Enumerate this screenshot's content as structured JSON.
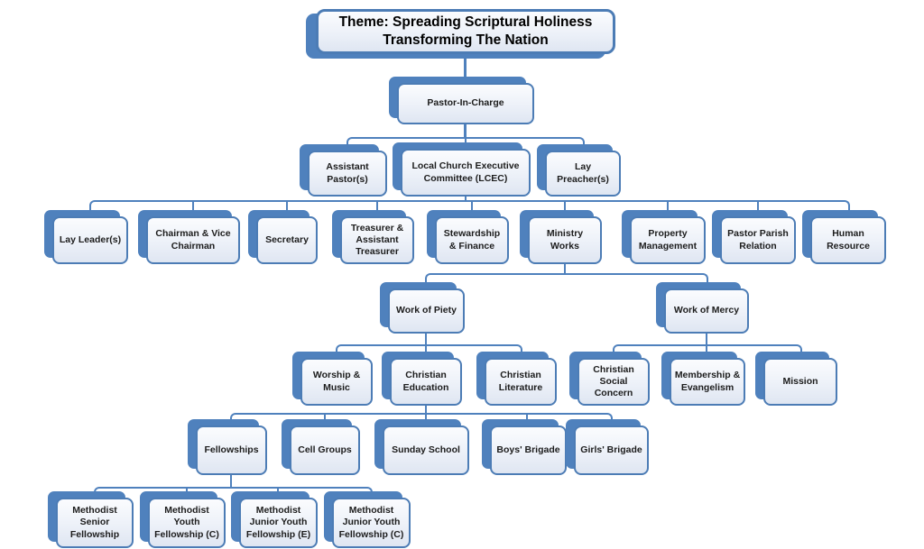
{
  "title": "Theme: Spreading Scriptural Holiness Transforming The Nation",
  "colors": {
    "accent_blue": "#4f81bd",
    "border_blue": "#4c7cb5",
    "box_fill_top": "#fbfcfe",
    "box_fill_bottom": "#dfe6f2",
    "text": "#1c1c1c"
  },
  "nodes": {
    "theme": {
      "label": "Theme: Spreading Scriptural Holiness Transforming The Nation"
    },
    "pastor_in_charge": {
      "label": "Pastor-In-Charge"
    },
    "assistant_pastors": {
      "label": "Assistant Pastor(s)"
    },
    "lcec": {
      "label": "Local Church Executive Committee (LCEC)"
    },
    "lay_preachers": {
      "label": "Lay Preacher(s)"
    },
    "lay_leaders": {
      "label": "Lay Leader(s)"
    },
    "chairman_vice_chairman": {
      "label": "Chairman & Vice Chairman"
    },
    "secretary": {
      "label": "Secretary"
    },
    "treasurer_assistant_treasurer": {
      "label": "Treasurer & Assistant Treasurer"
    },
    "stewardship_finance": {
      "label": "Stewardship & Finance"
    },
    "ministry_works": {
      "label": "Ministry Works"
    },
    "property_management": {
      "label": "Property Management"
    },
    "pastor_parish_relation": {
      "label": "Pastor Parish Relation"
    },
    "human_resource": {
      "label": "Human Resource"
    },
    "work_of_piety": {
      "label": "Work of Piety"
    },
    "work_of_mercy": {
      "label": "Work of Mercy"
    },
    "worship_music": {
      "label": "Worship & Music"
    },
    "christian_education": {
      "label": "Christian Education"
    },
    "christian_literature": {
      "label": "Christian Literature"
    },
    "christian_social_concern": {
      "label": "Christian Social Concern"
    },
    "membership_evangelism": {
      "label": "Membership & Evangelism"
    },
    "mission": {
      "label": "Mission"
    },
    "fellowships": {
      "label": "Fellowships"
    },
    "cell_groups": {
      "label": "Cell Groups"
    },
    "sunday_school": {
      "label": "Sunday School"
    },
    "boys_brigade": {
      "label": "Boys' Brigade"
    },
    "girls_brigade": {
      "label": "Girls' Brigade"
    },
    "methodist_senior_fellowship": {
      "label": "Methodist Senior Fellowship"
    },
    "methodist_youth_fellowship_c": {
      "label": "Methodist Youth Fellowship (C)"
    },
    "methodist_junior_youth_fellowship_e": {
      "label": "Methodist Junior Youth Fellowship (E)"
    },
    "methodist_junior_youth_fellowship_c": {
      "label": "Methodist Junior Youth Fellowship (C)"
    }
  },
  "hierarchy": {
    "pastor_in_charge": [
      "assistant_pastors",
      "lcec",
      "lay_preachers"
    ],
    "lcec": [
      "lay_leaders",
      "chairman_vice_chairman",
      "secretary",
      "treasurer_assistant_treasurer",
      "stewardship_finance",
      "ministry_works",
      "property_management",
      "pastor_parish_relation",
      "human_resource"
    ],
    "ministry_works": [
      "work_of_piety",
      "work_of_mercy"
    ],
    "work_of_piety": [
      "worship_music",
      "christian_education",
      "christian_literature"
    ],
    "work_of_mercy": [
      "christian_social_concern",
      "membership_evangelism",
      "mission"
    ],
    "christian_education": [
      "fellowships",
      "cell_groups",
      "sunday_school",
      "boys_brigade",
      "girls_brigade"
    ],
    "fellowships": [
      "methodist_senior_fellowship",
      "methodist_youth_fellowship_c",
      "methodist_junior_youth_fellowship_e",
      "methodist_junior_youth_fellowship_c"
    ]
  }
}
